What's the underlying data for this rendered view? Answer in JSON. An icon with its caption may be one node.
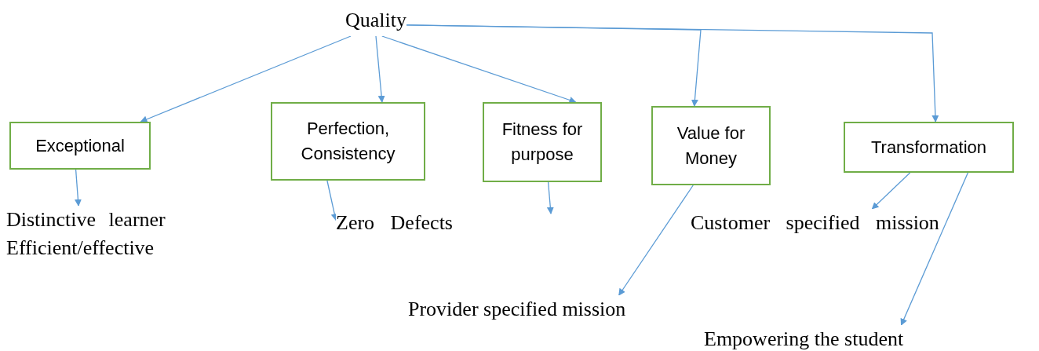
{
  "diagram": {
    "nodes": [
      {
        "text": [
          "Quality"
        ]
      },
      {
        "text": [
          "Exceptional"
        ]
      },
      {
        "text": [
          "Perfection, Consistency"
        ]
      },
      {
        "text": [
          "Fitness for purpose"
        ]
      },
      {
        "text": [
          "Value for Money"
        ]
      },
      {
        "text": [
          "Transformation"
        ]
      },
      {
        "text": [
          "Distinctive learner",
          "Efficient/effective"
        ]
      },
      {
        "text": [
          "Zero Defects"
        ]
      },
      {
        "text": [
          "Customer specified mission"
        ]
      },
      {
        "text": [
          "Provider specified mission"
        ]
      },
      {
        "text": [
          "Empowering the student"
        ]
      }
    ],
    "edges": [
      {
        "from": 0,
        "to": 1,
        "arrow": "to"
      },
      {
        "from": 0,
        "to": 2,
        "arrow": "to"
      },
      {
        "from": 0,
        "to": 3,
        "arrow": "to"
      },
      {
        "from": 0,
        "to": 4,
        "arrow": "to"
      },
      {
        "from": 0,
        "to": 5,
        "arrow": "to"
      },
      {
        "from": 1,
        "to": 6,
        "arrow": "to"
      },
      {
        "from": 2,
        "to": 7,
        "arrow": "to"
      },
      {
        "from": 3,
        "to": null,
        "arrow": "to"
      },
      {
        "from": 4,
        "to": 9,
        "arrow": "to"
      },
      {
        "from": 5,
        "to": 8,
        "arrow": "to"
      },
      {
        "from": 5,
        "to": 10,
        "arrow": "to"
      }
    ]
  }
}
